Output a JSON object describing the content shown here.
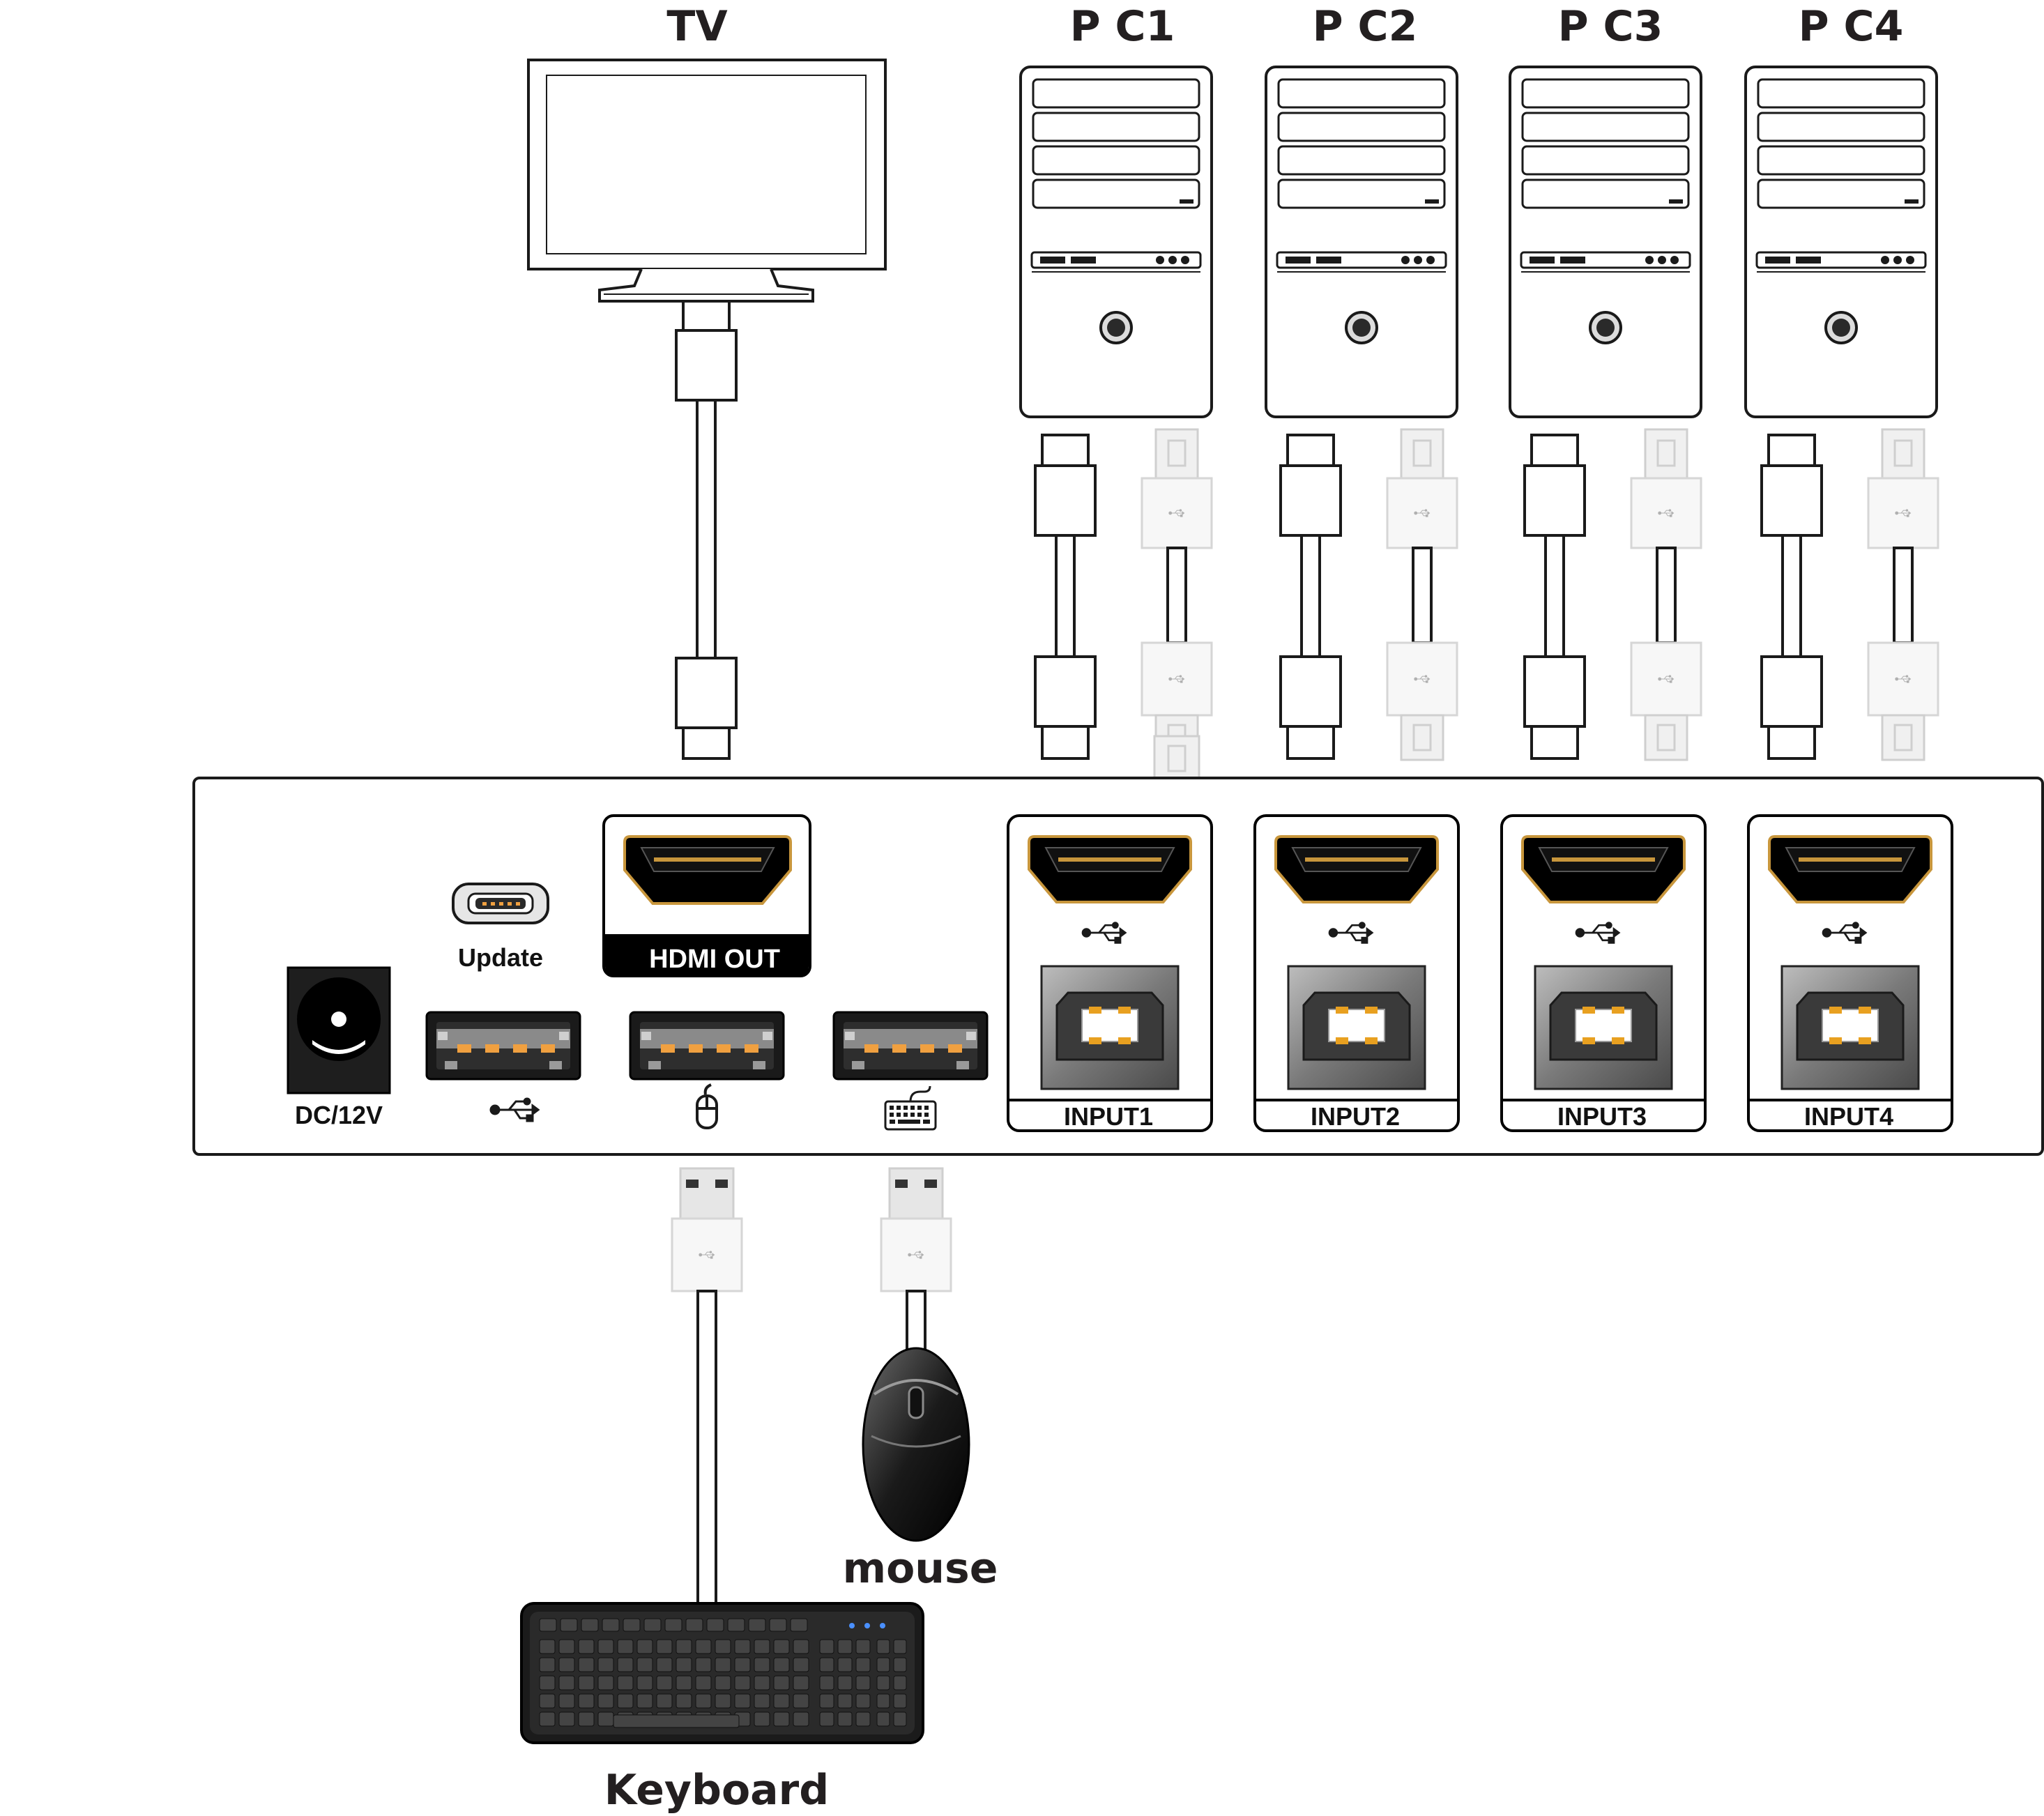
{
  "labels": {
    "tv": "TV",
    "pcs": [
      "P C1",
      "P C2",
      "P C3",
      "P C4"
    ],
    "update": "Update",
    "hdmi_out": "HDMI OUT",
    "dc": "DC/12V",
    "inputs": [
      "INPUT1",
      "INPUT2",
      "INPUT3",
      "INPUT4"
    ],
    "mouse": "mouse",
    "keyboard": "Keyboard"
  },
  "colors": {
    "stroke": "#1a1a1a",
    "gold": "#c8963c",
    "port_gold": "#f0a040",
    "usb_b_body": "#8c8c8c",
    "dark_port": "#2a2a2a"
  },
  "icons": {
    "usb": "usb-icon",
    "mouse": "mouse-icon",
    "keyboard": "keyboard-icon"
  }
}
